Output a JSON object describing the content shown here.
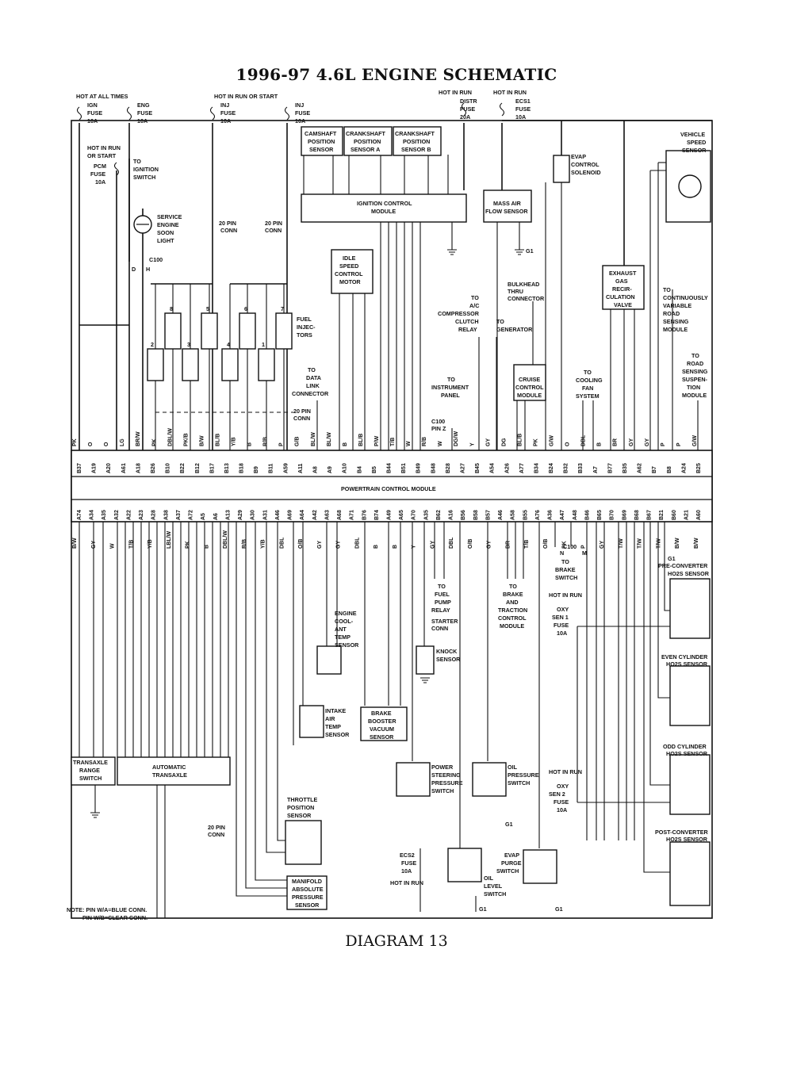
{
  "title": "1996-97 4.6L ENGINE SCHEMATIC",
  "caption": "DIAGRAM 13",
  "note": [
    "NOTE: PIN W/A=BLUE CONN.",
    "PIN W/B=CLEAR CONN."
  ],
  "pcm": {
    "label": "POWERTRAIN CONTROL MODULE",
    "top_pins": [
      "B37",
      "A19",
      "A20",
      "A61",
      "A18",
      "B26",
      "B10",
      "B22",
      "B12",
      "B17",
      "B13",
      "B18",
      "B9",
      "B11",
      "A59",
      "A11",
      "A8",
      "A9",
      "A10",
      "B4",
      "B5",
      "B44",
      "B51",
      "B49",
      "B48",
      "B28",
      "A27",
      "B45",
      "A54",
      "A26",
      "A77",
      "B34",
      "B24",
      "B32",
      "B33",
      "A7",
      "B77",
      "B35",
      "A62",
      "B7",
      "B8",
      "A24",
      "B25"
    ],
    "top_wires": [
      "PK",
      "O",
      "O",
      "LG",
      "BR/W",
      "PK",
      "DBL/W",
      "PK/B",
      "B/W",
      "BL/B",
      "Y/B",
      "B",
      "R/B",
      "P",
      "G/B",
      "BL/W",
      "BL/W",
      "B",
      "BL/B",
      "P/W",
      "T/B",
      "W",
      "R/B",
      "W",
      "DG/W",
      "Y",
      "GY",
      "DG",
      "BL/B",
      "PK",
      "G/W",
      "O",
      "DBL",
      "B",
      "BR",
      "GY",
      "GY",
      "P",
      "P",
      "G/W"
    ],
    "bottom_pins": [
      "A74",
      "A34",
      "A35",
      "A32",
      "A22",
      "A23",
      "A28",
      "A38",
      "A37",
      "A72",
      "A5",
      "A6",
      "A13",
      "A29",
      "A30",
      "A31",
      "A46",
      "A69",
      "A64",
      "A42",
      "A63",
      "A68",
      "A71",
      "B76",
      "B74",
      "A49",
      "A65",
      "A70",
      "A35",
      "B62",
      "A16",
      "B56",
      "B58",
      "B57",
      "A46",
      "A58",
      "B55",
      "A76",
      "A36",
      "A47",
      "A48",
      "B46",
      "B65",
      "B70",
      "B69",
      "B68",
      "B67",
      "B21",
      "B60",
      "A21",
      "A60"
    ],
    "bottom_wires": [
      "B/W",
      "GY",
      "W",
      "T/B",
      "Y/B",
      "LBL/W",
      "PK",
      "B",
      "DBL/W",
      "R/B",
      "Y/B",
      "DBL",
      "O/B",
      "GY",
      "GY",
      "DBL",
      "B",
      "B",
      "Y",
      "GY",
      "DBL",
      "O/B",
      "GY",
      "BR",
      "T/B",
      "O/B",
      "PK",
      "P",
      "GY",
      "T/W",
      "T/W",
      "T/W",
      "B/W",
      "B/W"
    ]
  },
  "fuses": [
    {
      "lines": [
        "HOT AT ALL TIMES"
      ]
    },
    {
      "lines": [
        "IGN",
        "FUSE",
        "10A"
      ]
    },
    {
      "lines": [
        "ENG",
        "FUSE",
        "10A"
      ]
    },
    {
      "lines": [
        "HOT IN RUN OR START"
      ]
    },
    {
      "lines": [
        "INJ",
        "FUSE",
        "10A"
      ]
    },
    {
      "lines": [
        "INJ",
        "FUSE",
        "10A"
      ]
    },
    {
      "lines": [
        "HOT IN RUN",
        "DISTR",
        "FUSE",
        "20A"
      ]
    },
    {
      "lines": [
        "HOT IN RUN",
        "ECS1",
        "FUSE",
        "10A"
      ]
    },
    {
      "lines": [
        "HOT IN RUN",
        "OR START",
        "PCM",
        "FUSE",
        "10A"
      ]
    }
  ],
  "components": {
    "camshaft": [
      "CAMSHAFT",
      "POSITION",
      "SENSOR"
    ],
    "crankA": [
      "CRANKSHAFT",
      "POSITION",
      "SENSOR A"
    ],
    "crankB": [
      "CRANKSHAFT",
      "POSITION",
      "SENSOR B"
    ],
    "icm": [
      "IGNITION CONTROL",
      "MODULE"
    ],
    "maf": [
      "MASS AIR",
      "FLOW SENSOR"
    ],
    "evap": [
      "EVAP",
      "CONTROL",
      "SOLENOID"
    ],
    "vss": [
      "VEHICLE",
      "SPEED",
      "SENSOR"
    ],
    "ignsw": [
      "TO",
      "IGNITION",
      "SWITCH"
    ],
    "ses": [
      "SERVICE",
      "ENGINE",
      "SOON",
      "LIGHT"
    ],
    "iac": [
      "IDLE",
      "SPEED",
      "CONTROL",
      "MOTOR"
    ],
    "injectors": [
      "FUEL",
      "INJEC-",
      "TORS"
    ],
    "ac": [
      "TO",
      "A/C",
      "COMPRESSOR",
      "CLUTCH",
      "RELAY"
    ],
    "bulkhead": [
      "BULKHEAD",
      "THRU",
      "CONNECTOR"
    ],
    "generator": [
      "TO",
      "GENERATOR"
    ],
    "egr": [
      "EXHAUST",
      "GAS",
      "RECIR-",
      "CULATION",
      "VALVE"
    ],
    "cvrs": [
      "TO",
      "CONTINUOUSLY",
      "VARIABLE",
      "ROAD",
      "SENSING",
      "MODULE"
    ],
    "rss": [
      "TO",
      "ROAD",
      "SENSING",
      "SUSPEN-",
      "TION",
      "MODULE"
    ],
    "dlc": [
      "TO",
      "DATA",
      "LINK",
      "CONNECTOR"
    ],
    "ipc": [
      "TO",
      "INSTRUMENT",
      "PANEL"
    ],
    "cruise": [
      "CRUISE",
      "CONTROL",
      "MODULE"
    ],
    "fan": [
      "TO",
      "COOLING",
      "FAN",
      "SYSTEM"
    ],
    "fuelpump": [
      "TO",
      "FUEL",
      "PUMP",
      "RELAY"
    ],
    "ect": [
      "ENGINE",
      "COOL-",
      "ANT",
      "TEMP",
      "SENSOR"
    ],
    "knock": [
      "KNOCK",
      "SENSOR"
    ],
    "starter": [
      "STARTER",
      "CONN"
    ],
    "brake": [
      "TO",
      "BRAKE",
      "AND",
      "TRACTION",
      "CONTROL",
      "MODULE"
    ],
    "brakesw": [
      "TO",
      "BRAKE",
      "SWITCH"
    ],
    "iat": [
      "INTAKE",
      "AIR",
      "TEMP",
      "SENSOR"
    ],
    "bbvs": [
      "BRAKE",
      "BOOSTER",
      "VACUUM",
      "SENSOR"
    ],
    "trs": [
      "TRANSAXLE",
      "RANGE",
      "SWITCH"
    ],
    "auto": [
      "AUTOMATIC",
      "TRANSAXLE"
    ],
    "tps": [
      "THROTTLE",
      "POSITION",
      "SENSOR"
    ],
    "map": [
      "MANIFOLD",
      "ABSOLUTE",
      "PRESSURE",
      "SENSOR"
    ],
    "pss": [
      "POWER",
      "STEERING",
      "PRESSURE",
      "SWITCH"
    ],
    "ops": [
      "OIL",
      "PRESSURE",
      "SWITCH"
    ],
    "ecs2": [
      "ECS2",
      "FUSE",
      "10A",
      "HOT IN RUN"
    ],
    "oil": [
      "OIL",
      "LEVEL",
      "SWITCH"
    ],
    "purge": [
      "EVAP",
      "PURGE",
      "SWITCH"
    ],
    "oxy1": [
      "HOT IN RUN",
      "OXY",
      "SEN 1",
      "FUSE",
      "10A"
    ],
    "oxy2": [
      "HOT IN RUN",
      "OXY",
      "SEN 2",
      "FUSE",
      "10A"
    ],
    "ho2s": [
      "PRE-CONVERTER",
      "HO2S SENSOR",
      "EVEN CYLINDER",
      "HO2S SENSOR",
      "ODD CYLINDER",
      "HO2S SENSOR",
      "POST-CONVERTER",
      "HO2S SENSOR"
    ],
    "conn": [
      "20 PIN",
      "CONN",
      "C100",
      "PIN Z",
      "G1",
      "C100",
      "N",
      "M",
      "D",
      "H"
    ]
  }
}
